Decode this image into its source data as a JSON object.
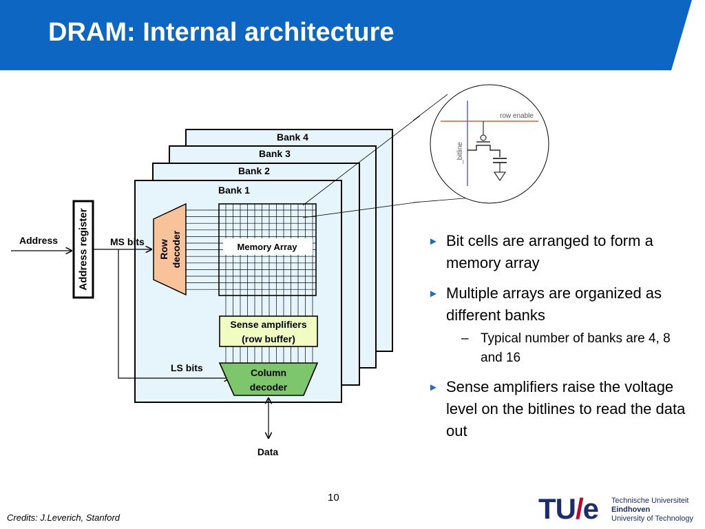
{
  "slide": {
    "title": "DRAM: Internal architecture",
    "page_number": "10",
    "credits": "Credits: J.Leverich, Stanford"
  },
  "colors": {
    "title_bar": "#0d66c2",
    "bank_fill": "#e6f5fb",
    "decoder_fill": "#f9c39a",
    "sense_amp_fill": "#f1fcc2",
    "column_decoder_fill": "#7dc66b",
    "row_enable_line": "#e0612a",
    "bitline": "#6a6ad0",
    "bullet_arrow": "#1a6fc4",
    "logo_blue": "#1d2d6b",
    "logo_red": "#c3002f"
  },
  "diagram": {
    "banks": [
      "Bank 4",
      "Bank 3",
      "Bank 2",
      "Bank 1"
    ],
    "address_label": "Address",
    "address_register": "Address register",
    "ms_bits": "MS bits",
    "ls_bits": "LS bits",
    "row_decoder": [
      "Row",
      "decoder"
    ],
    "memory_array": "Memory Array",
    "sense_amplifiers": [
      "Sense amplifiers",
      "(row buffer)"
    ],
    "column_decoder": [
      "Column",
      "decoder"
    ],
    "data_label": "Data",
    "cell": {
      "row_enable": "row enable",
      "bitline": "_bitline"
    }
  },
  "bullets": [
    {
      "text": "Bit cells are arranged to form a memory array",
      "sub": []
    },
    {
      "text": "Multiple arrays are organized as different banks",
      "sub": [
        "Typical number of banks are 4, 8 and 16"
      ]
    },
    {
      "text": "Sense amplifiers raise the voltage level on the bitlines to read the data out",
      "sub": []
    }
  ],
  "logo": {
    "mark_left": "TU",
    "mark_slash": "/",
    "mark_right": "e",
    "line1": "Technische Universiteit",
    "line2": "Eindhoven",
    "line3": "University of Technology"
  }
}
